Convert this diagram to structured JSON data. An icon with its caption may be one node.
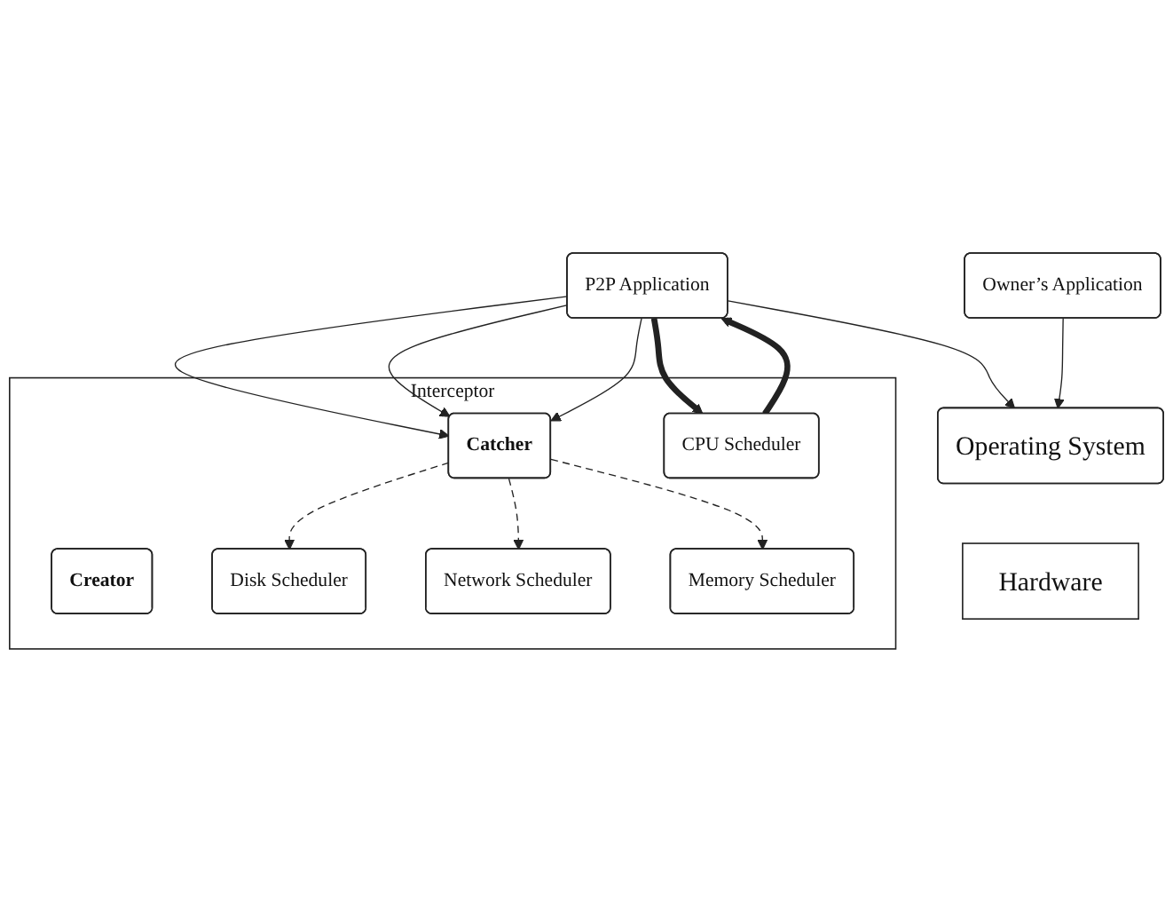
{
  "diagram": {
    "nodes": [
      {
        "text": [
          "P2P Application"
        ]
      },
      {
        "text": [
          "Owner’s Application"
        ]
      },
      {
        "text": [
          "Interceptor"
        ]
      },
      {
        "text": [
          "Catcher"
        ],
        "in": 2
      },
      {
        "text": [
          "Creator"
        ],
        "in": 2
      },
      {
        "text": [
          "CPU Scheduler"
        ],
        "in": 2
      },
      {
        "text": [
          "Disk Scheduler"
        ],
        "in": 2
      },
      {
        "text": [
          "Network Scheduler"
        ],
        "in": 2
      },
      {
        "text": [
          "Memory Scheduler"
        ],
        "in": 2
      },
      {
        "text": [
          "Operating System"
        ]
      },
      {
        "text": [
          "Hardware"
        ]
      }
    ],
    "edges": [
      {
        "from": 0,
        "to": 5,
        "arrow": "to",
        "style": "thick"
      },
      {
        "from": 5,
        "to": 0,
        "arrow": "to",
        "style": "thick"
      },
      {
        "from": 0,
        "to": 9,
        "arrow": "to"
      },
      {
        "from": 0,
        "to": 3,
        "arrow": "to"
      },
      {
        "from": 0,
        "to": 3,
        "arrow": "to"
      },
      {
        "from": 0,
        "to": 3,
        "arrow": "to"
      },
      {
        "from": 3,
        "to": 6,
        "arrow": "to",
        "style": "dashed"
      },
      {
        "from": 3,
        "to": 7,
        "arrow": "to",
        "style": "dashed"
      },
      {
        "from": 3,
        "to": 8,
        "arrow": "to",
        "style": "dashed"
      },
      {
        "from": 1,
        "to": 9,
        "arrow": "to"
      }
    ]
  }
}
